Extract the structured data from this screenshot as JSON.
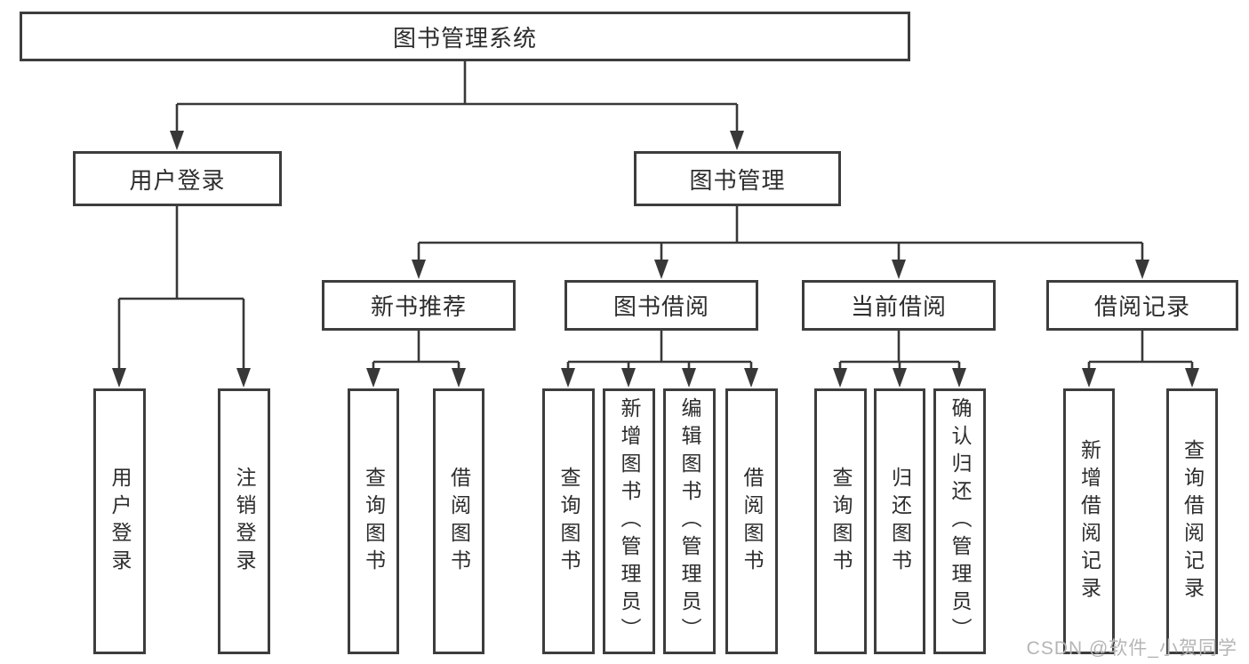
{
  "colors": {
    "background": "#ffffff",
    "line": "#383838",
    "box_border": "#3d3d3d",
    "text": "#2d2d2d",
    "watermark": "#b5b5b5"
  },
  "tree": {
    "root": "图书管理系统",
    "level1": [
      "用户登录",
      "图书管理"
    ],
    "level2": [
      "新书推荐",
      "图书借阅",
      "当前借阅",
      "借阅记录"
    ],
    "leaves": [
      [
        "用户登录",
        "注销登录"
      ],
      [
        "查询图书",
        "借阅图书"
      ],
      [
        "查询图书",
        "新增图书（管理员）",
        "编辑图书（管理员）",
        "借阅图书"
      ],
      [
        "查询图书",
        "归还图书",
        "确认归还（管理员）"
      ],
      [
        "新增借阅记录",
        "查询借阅记录"
      ]
    ]
  },
  "watermark": {
    "text": "CSDN @软件_小贺同学"
  }
}
